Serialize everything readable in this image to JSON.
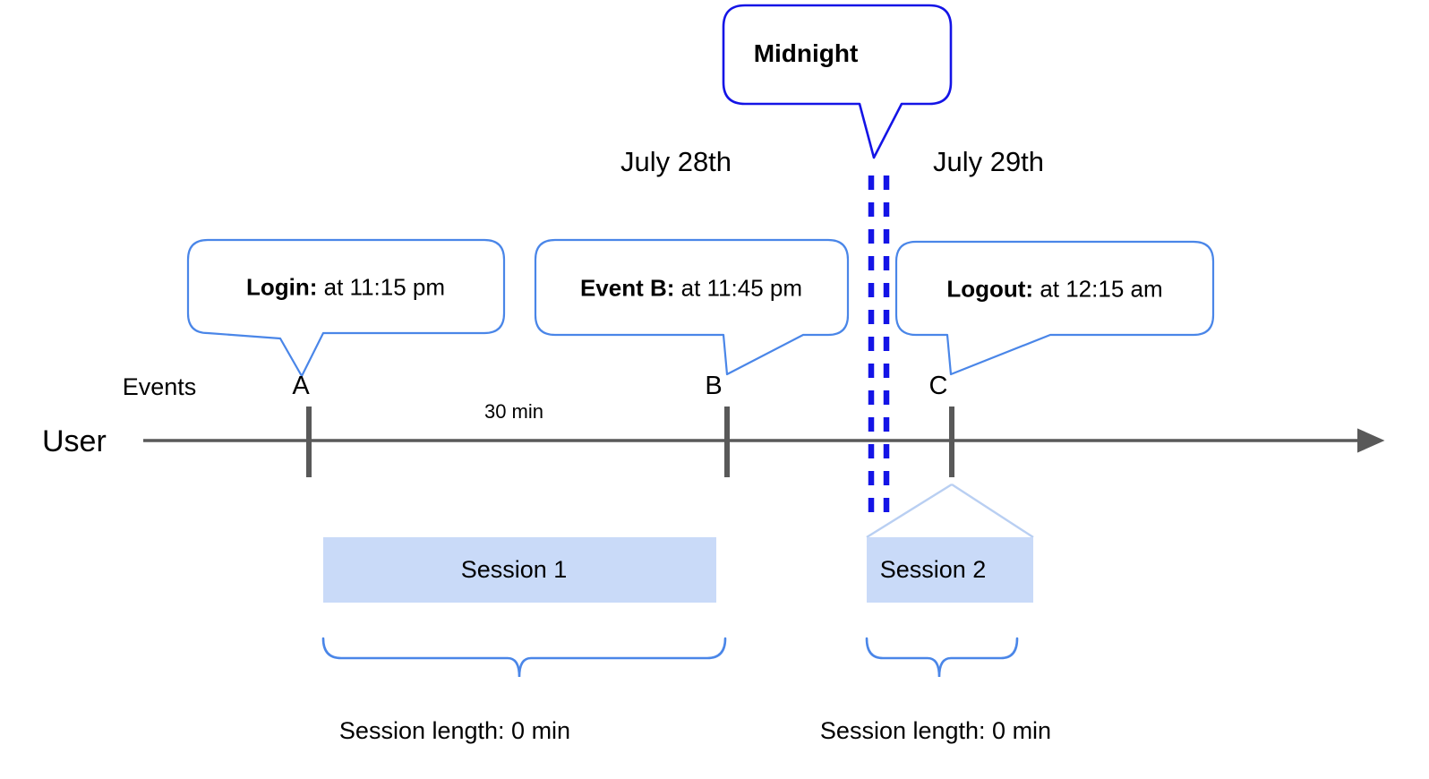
{
  "diagram": {
    "title_callout": {
      "label": "Midnight",
      "border_color": "#1414E6"
    },
    "dates": [
      {
        "label": "July 28th"
      },
      {
        "label": "July 29th"
      }
    ],
    "event_callouts": [
      {
        "name": "login",
        "bold": "Login:",
        "rest": " at 11:15 pm"
      },
      {
        "name": "event-b",
        "bold": "Event B:",
        "rest": " at 11:45 pm"
      },
      {
        "name": "logout",
        "bold": "Logout:",
        "rest": " at 12:15 am"
      }
    ],
    "axis": {
      "row_label": "User",
      "events_label": "Events",
      "line_color": "#595959"
    },
    "event_points": [
      {
        "label": "A"
      },
      {
        "label": "B"
      },
      {
        "label": "C"
      }
    ],
    "duration_label": "30 min",
    "sessions": [
      {
        "label": "Session 1",
        "fill": "#C9DAF8"
      },
      {
        "label": "Session 2",
        "fill": "#C9DAF8"
      }
    ],
    "session_lengths": [
      {
        "label": "Session length: 0 min"
      },
      {
        "label": "Session length: 0 min"
      }
    ],
    "colors": {
      "callout_border": "#4A86E8",
      "midnight_dashes": "#1414E6",
      "session_fill": "#C9DAF8",
      "brace": "#4A86E8",
      "axis": "#595959"
    }
  }
}
